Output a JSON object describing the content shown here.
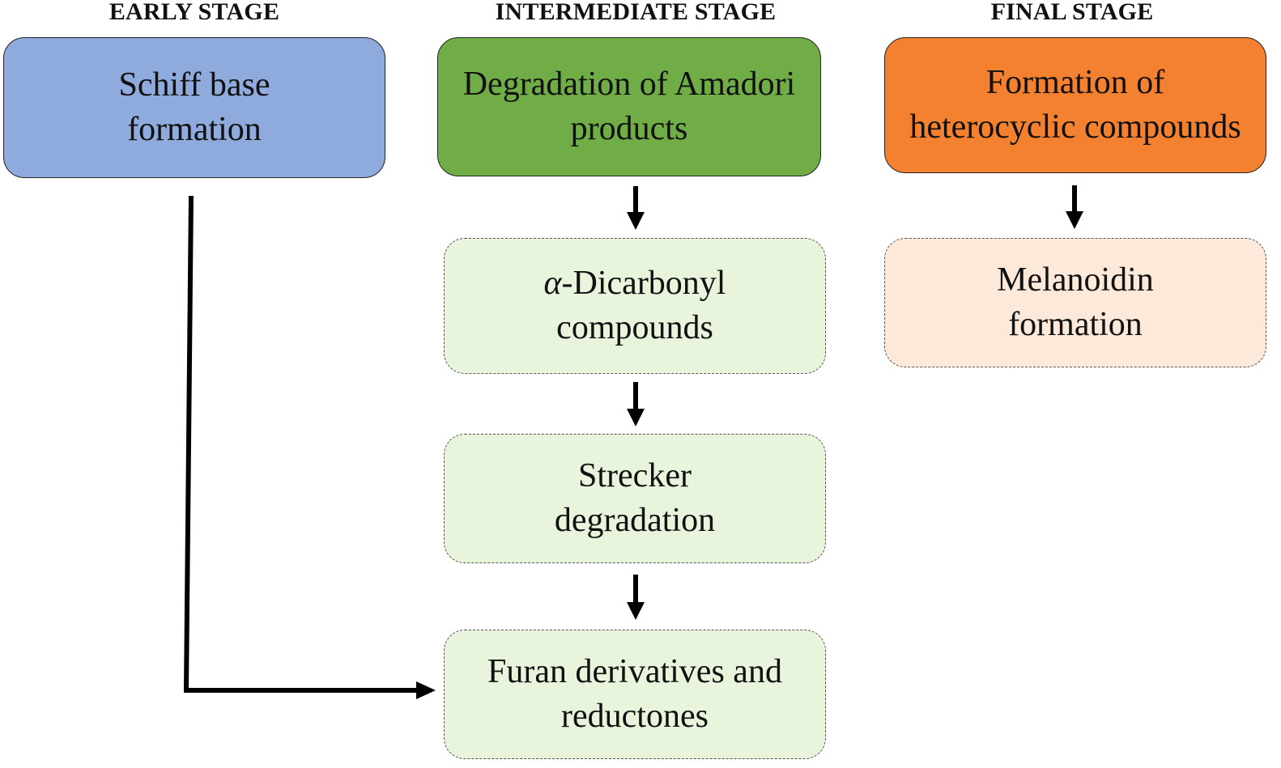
{
  "stages": {
    "early": {
      "heading": "EARLY STAGE"
    },
    "intermediate": {
      "heading": "INTERMEDIATE STAGE"
    },
    "final": {
      "heading": "FINAL STAGE"
    }
  },
  "nodes": {
    "schiff": {
      "line1": "Schiff base",
      "line2": "formation",
      "fill": "#8faadc"
    },
    "amadori": {
      "line1": "Degradation of Amadori",
      "line2": "products",
      "fill": "#70ad47"
    },
    "dicarbonyl": {
      "alpha": "α",
      "line1_rest": "-Dicarbonyl",
      "line2": "compounds",
      "fill": "#e8f5dc"
    },
    "strecker": {
      "line1": "Strecker",
      "line2": "degradation",
      "fill": "#e8f5dc"
    },
    "furan": {
      "line1": "Furan derivatives and",
      "line2": "reductones",
      "fill": "#e8f5dc"
    },
    "heterocyclic": {
      "line1": "Formation of",
      "line2": "heterocyclic compounds",
      "fill": "#f4812f"
    },
    "melanoidin": {
      "line1": "Melanoidin",
      "line2": "formation",
      "fill": "#fde9d9"
    }
  },
  "edges": [
    {
      "from": "amadori",
      "to": "dicarbonyl"
    },
    {
      "from": "dicarbonyl",
      "to": "strecker"
    },
    {
      "from": "strecker",
      "to": "furan"
    },
    {
      "from": "schiff",
      "to": "furan"
    },
    {
      "from": "heterocyclic",
      "to": "melanoidin"
    }
  ]
}
